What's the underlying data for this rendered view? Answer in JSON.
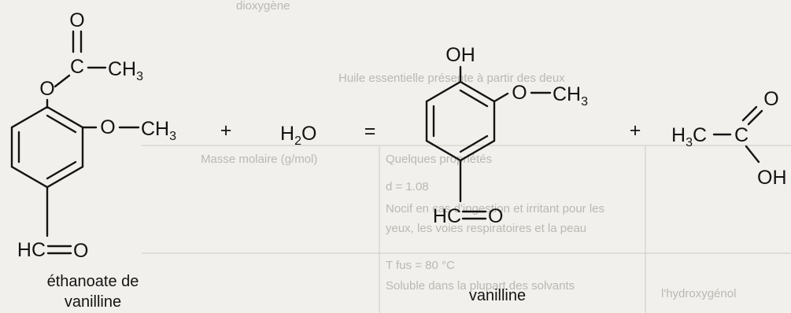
{
  "reaction": {
    "reactant_1": {
      "carbonyl_o": "O",
      "carbonyl_c": "C",
      "methyl_group": "CH",
      "methyl_sub": "3",
      "ester_o": "O",
      "methoxy_group": "O",
      "methoxy_methyl": "CH",
      "methoxy_methyl_sub": "3",
      "aldehyde": "HC",
      "aldehyde_o": "O",
      "caption_line1": "éthanoate de",
      "caption_line2": "vanilline"
    },
    "operator_plus_1": "+",
    "reactant_2": {
      "h": "H",
      "h_sub": "2",
      "o": "O"
    },
    "operator_equals": "=",
    "product_1": {
      "hydroxyl": "OH",
      "methoxy_group": "O",
      "methoxy_methyl": "CH",
      "methoxy_methyl_sub": "3",
      "aldehyde": "HC",
      "aldehyde_o": "O",
      "caption": "vanilline"
    },
    "operator_plus_2": "+",
    "product_2": {
      "methyl_h": "H",
      "methyl_sub": "3",
      "methyl_c": "C",
      "carboxyl_c": "C",
      "carbonyl_o": "O",
      "hydroxyl": "OH"
    }
  },
  "background_text": {
    "col_header_1": "Masse molaire (g/mol)",
    "col_header_2": "Quelques propriétés",
    "row_label_1": "dioxygène",
    "row_1_text_1": "d = 1.08",
    "row_1_text_2": "Nocif en cas d'ingestion et irritant pour les",
    "row_1_text_3": "yeux, les voies respiratoires et la peau",
    "row_2_text_1": "T fus = 80 °C",
    "row_2_text_2": "Soluble dans la plupart des solvants",
    "row_label_2": "l'hydroxygénol",
    "top_note": "dioxygène",
    "mid_note": "Huile essentielle présente à partir des deux"
  }
}
